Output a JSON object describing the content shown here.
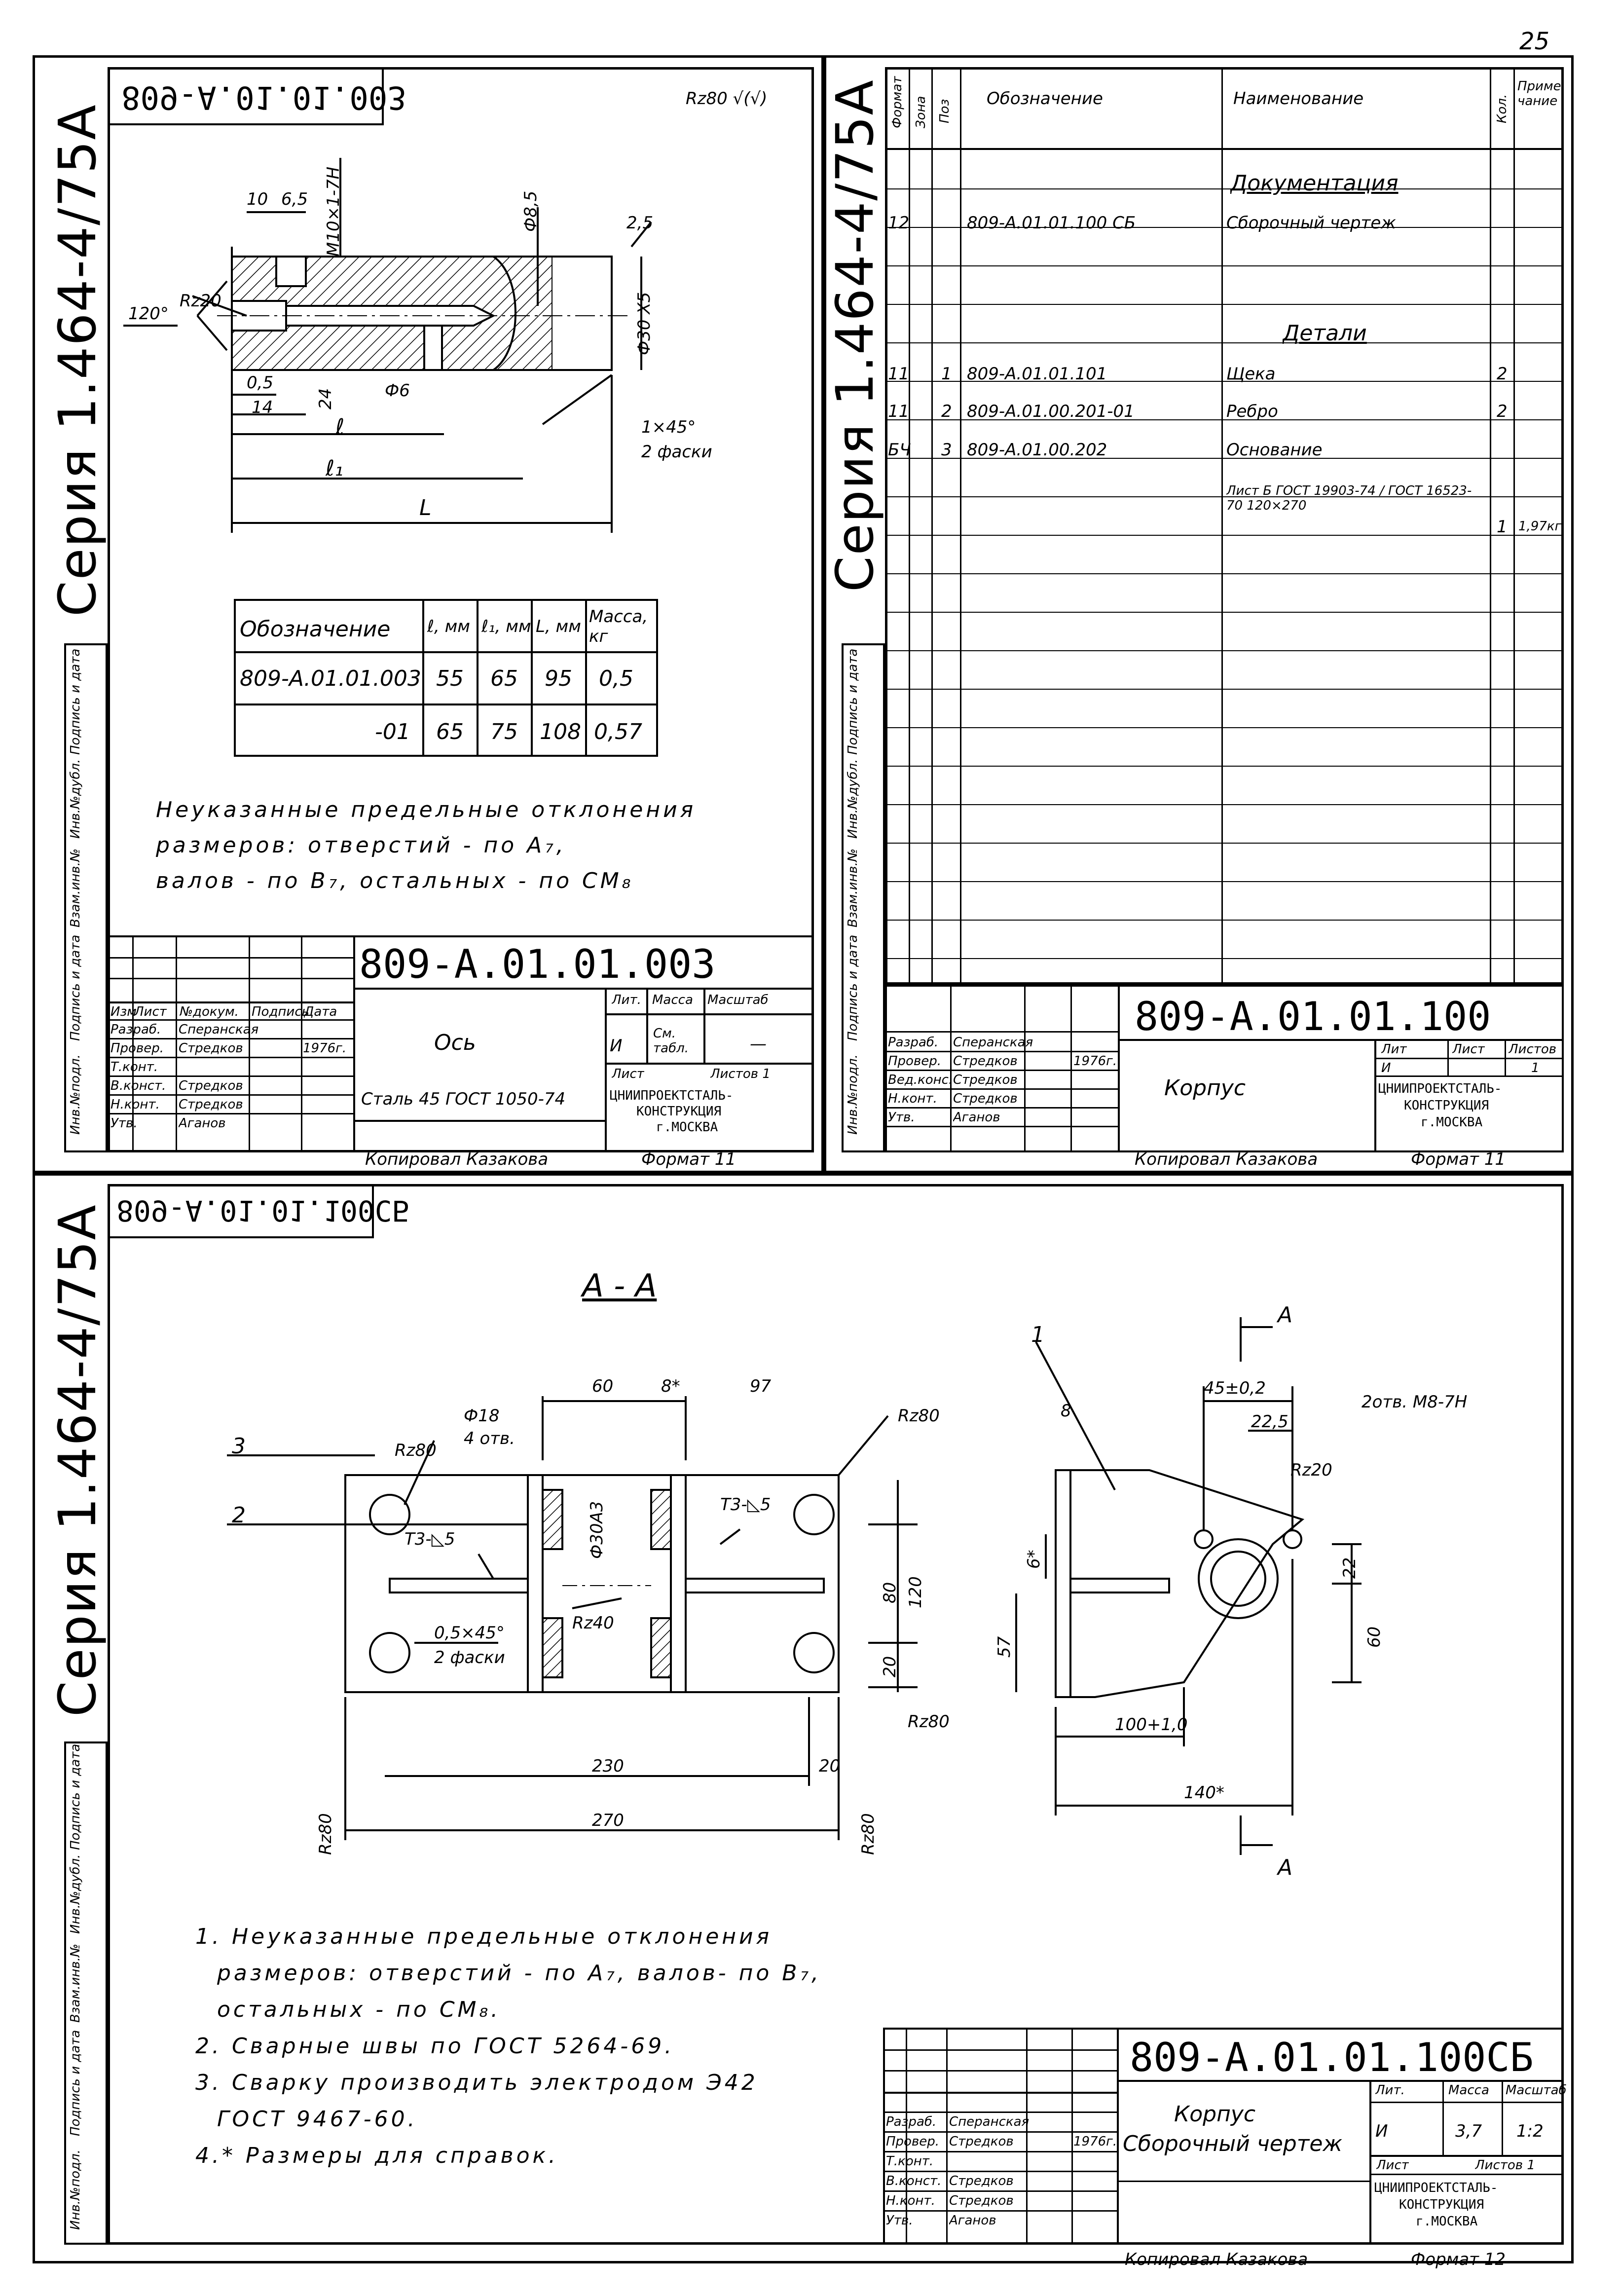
{
  "page_number": "25",
  "series_label": "Серия 1.464-4/75А",
  "side_labels": [
    "Инв.№подл.",
    "Подпись и дата",
    "Взам.инв.№",
    "Инв.№дубл.",
    "Подпись и дата"
  ],
  "sheet1": {
    "mirrored_code": "809-A.01.01.003",
    "roughness": "Rz80 √(√)",
    "dims": {
      "d1": "10",
      "d2": "6,5",
      "thread": "М10×1-7Н",
      "d_hole": "Ф8,5",
      "ch25": "2,5",
      "angle": "120°",
      "rz20": "Rz20",
      "dia30": "Ф30 Х5",
      "d05": "0,5",
      "d14": "14",
      "d24": "24",
      "d6": "Ф6",
      "l": "ℓ",
      "l1": "ℓ₁",
      "L": "L",
      "chamfer": "1×45°",
      "chamfer2": "2 фаски"
    },
    "table": {
      "headers": [
        "Обозначение",
        "ℓ, мм",
        "ℓ₁, мм",
        "L, мм",
        "Масса, кг"
      ],
      "rows": [
        [
          "809-А.01.01.003",
          "55",
          "65",
          "95",
          "0,5"
        ],
        [
          "-01",
          "65",
          "75",
          "108",
          "0,57"
        ]
      ]
    },
    "notes": [
      "Неуказанные предельные отклонения",
      "размеров: отверстий - по А₇,",
      "валов - по В₇, остальных - по СМ₈"
    ],
    "stamp": {
      "code": "809-А.01.01.003",
      "name": "Ось",
      "material": "Сталь 45 ГОСТ 1050-74",
      "org": [
        "ЦНИИПРОЕКТСТАЛЬ-",
        "КОНСТРУКЦИЯ",
        "г.МОСКВА"
      ],
      "lit_label": "Лит.",
      "mass_label": "Масса",
      "scale_label": "Масштаб",
      "lit": "И",
      "mass": "См. табл.",
      "scale": "—",
      "sheet_label": "Лист",
      "sheets_label": "Листов 1",
      "col_labels": [
        "Изм",
        "Лист",
        "№докум.",
        "Подпись",
        "Дата"
      ],
      "roles": [
        "Разраб.",
        "Провер.",
        "Т.конт.",
        "В.конст.",
        "Н.конт.",
        "Утв."
      ],
      "people": [
        "Сперанская",
        "Стредков",
        "",
        "Стредков",
        "Стредков",
        "Аганов"
      ],
      "date": "1976г."
    },
    "copied": "Копировал Казакова",
    "format": "Формат 11"
  },
  "sheet2": {
    "headers": [
      "Формат",
      "Зона",
      "Поз",
      "Обозначение",
      "Наименование",
      "Кол.",
      "Приме-чание"
    ],
    "section_docs": "Документация",
    "section_parts": "Детали",
    "rows": [
      {
        "fmt": "12",
        "pos": "",
        "code": "809-А.01.01.100 СБ",
        "name": "Сборочный чертеж",
        "qty": "",
        "note": ""
      },
      {
        "fmt": "11",
        "pos": "1",
        "code": "809-А.01.01.101",
        "name": "Щека",
        "qty": "2",
        "note": ""
      },
      {
        "fmt": "11",
        "pos": "2",
        "code": "809-А.01.00.201-01",
        "name": "Ребро",
        "qty": "2",
        "note": ""
      },
      {
        "fmt": "БЧ",
        "pos": "3",
        "code": "809-А.01.00.202",
        "name": "Основание",
        "qty": "",
        "note": ""
      }
    ],
    "sheet_material": "Лист Б ГОСТ 19903-74 / ГОСТ 16523-70 120×270",
    "sheet_qty": "1",
    "sheet_mass": "1,97кг",
    "stamp": {
      "code": "809-А.01.01.100",
      "name": "Корпус",
      "org": [
        "ЦНИИПРОЕКТСТАЛЬ-",
        "КОНСТРУКЦИЯ",
        "г.МОСКВА"
      ],
      "lit_label": "Лит",
      "sheet_label": "Лист",
      "sheets_label": "Листов",
      "lit": "И",
      "sheets": "1",
      "roles": [
        "Разраб.",
        "Провер.",
        "Вед.конс.",
        "Н.конт.",
        "Утв."
      ],
      "people": [
        "Сперанская",
        "Стредков",
        "Стредков",
        "Стредков",
        "Аганов"
      ],
      "date": "1976г."
    },
    "copied": "Копировал Казакова",
    "format": "Формат 11"
  },
  "sheet3": {
    "mirrored_code": "809-А.01.01.100СБ",
    "section": "А - А",
    "dims": {
      "d60": "60",
      "d8": "8*",
      "d97": "97",
      "rz80a": "Rz80",
      "d18": "Ф18",
      "h4": "4 отв.",
      "rz80b": "Rz80",
      "t3a": "Т3-◺5",
      "t3b": "Т3-◺5",
      "dia30": "Ф30А3",
      "rz40": "Rz40",
      "ch": "0,5×45°",
      "ch2": "2 фаски",
      "d80": "80",
      "d120": "120",
      "d20": "20",
      "d230": "230",
      "d20b": "20",
      "d270": "270",
      "rz80c": "Rz80",
      "rz80d": "Rz80",
      "rz80e": "Rz80",
      "p1": "1",
      "p2": "2",
      "p3": "3",
      "a_label": "А",
      "d45": "45±0,2",
      "d225": "22,5",
      "m8": "2отв. М8-7Н",
      "rz20": "Rz20",
      "d6": "6*",
      "d57": "57",
      "d22": "22",
      "d60b": "60",
      "d100": "100+1,0",
      "d140": "140*",
      "d8b": "8"
    },
    "notes": [
      "1. Неуказанные предельные отклонения",
      "размеров: отверстий - по А₇, валов- по В₇,",
      "остальных - по СМ₈.",
      "2. Сварные швы по ГОСТ 5264-69.",
      "3. Сварку производить электродом Э42",
      "ГОСТ 9467-60.",
      "4.* Размеры для справок."
    ],
    "stamp": {
      "code": "809-А.01.01.100СБ",
      "name": "Корпус",
      "subname": "Сборочный чертеж",
      "lit_label": "Лит.",
      "mass_label": "Масса",
      "scale_label": "Масштаб",
      "lit": "И",
      "mass": "3,7",
      "scale": "1:2",
      "sheet_label": "Лист",
      "sheets_label": "Листов 1",
      "org": [
        "ЦНИИПРОЕКТСТАЛЬ-",
        "КОНСТРУКЦИЯ",
        "г.МОСКВА"
      ],
      "roles": [
        "Разраб.",
        "Провер.",
        "Т.конт.",
        "В.конст.",
        "Н.конт.",
        "Утв."
      ],
      "people": [
        "Сперанская",
        "Стредков",
        "",
        "Стредков",
        "Стредков",
        "Аганов"
      ],
      "date": "1976г."
    },
    "copied": "Копировал Казакова",
    "format": "Формат 12"
  }
}
